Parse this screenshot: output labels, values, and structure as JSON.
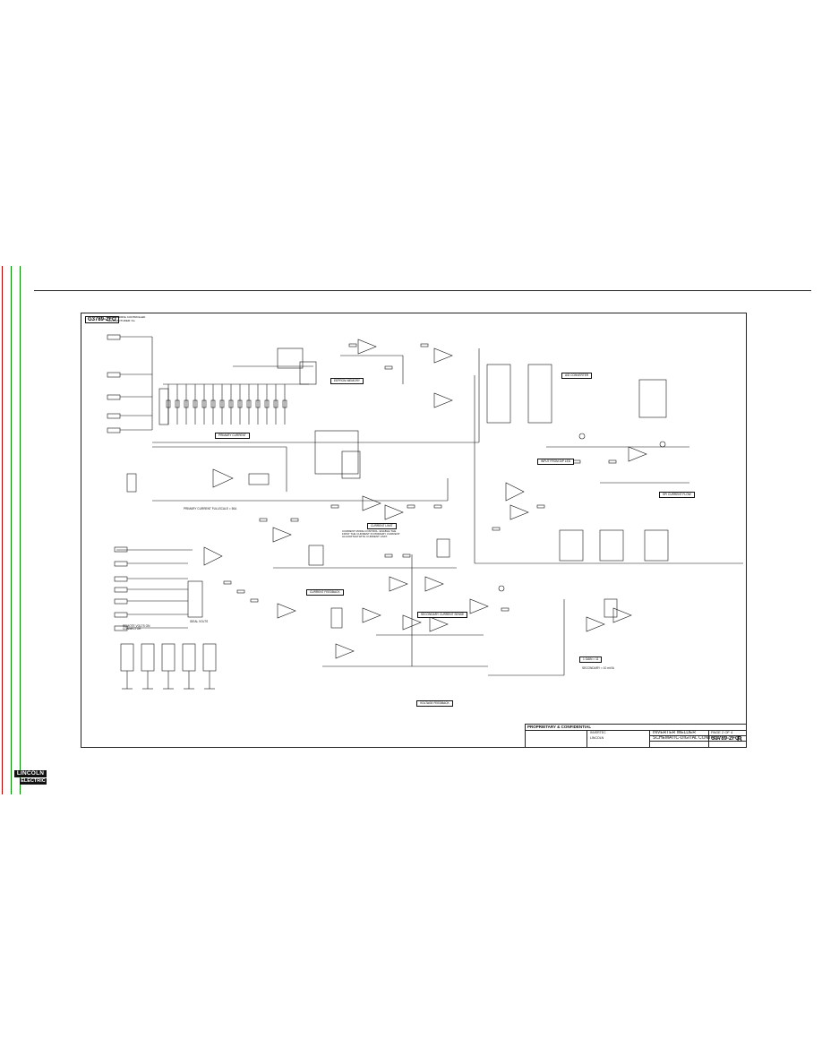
{
  "page": {
    "drawing_number_mirrored": "G3789-2FO",
    "engineering_note_1": "ENGINEERING CONTROLLED",
    "engineering_note_2": "MANUFACTURER: No"
  },
  "blocks": {
    "primary_current": "PRIMARY CURRENT",
    "eeprom_memory": "EEPROM MEMORY",
    "ad_converter": "A/D CONVERTER",
    "input_from_dip": "INPUT FROM DIP LED",
    "spi_current_flow": "SPI CURRENT FLOW",
    "current_limit": "CURRENT LIMIT",
    "current_mode_note": "CURRENT MODE CONTROL. ENABLE THE FIRST THE CURRENT IN PRIMARY CURRENT ALGORITHM WITH CURRENT LIMIT.",
    "secondary_current_sense": "SECONDARY CURRENT SENSE",
    "current_feedback": "CURRENT FEEDBACK",
    "voltage_feedback": "VOLTAGE FEEDBACK",
    "ideal_volts": "IDEAL VOLTS",
    "remote_volts": "REMOTE VOLTS ON CONNECTOR",
    "primary_current_fullscale": "PRIMARY CURRENT FULLSCALE = 50A",
    "one_gain": "1 GAIN = 11",
    "secondary_gain": "SECONDARY = 10 mV/A"
  },
  "title_block": {
    "confidential": "PROPRIETARY & CONFIDENTIAL",
    "product": "INVERTER WELDER",
    "title": "SCHEMATIC-DIGITAL CONTROL",
    "page_label": "PAGE",
    "page_no": "2",
    "of_label": "OF",
    "page_total": "4",
    "doc_number": "G3789-2FO",
    "revision": "B",
    "series": "INVERTEC",
    "maker": "LINCOLN"
  },
  "logo": {
    "top": "LINCOLN",
    "bottom": "ELECTRIC"
  },
  "colors": {
    "margin_red": "#c00000",
    "margin_green": "#009000",
    "ink": "#111111"
  }
}
